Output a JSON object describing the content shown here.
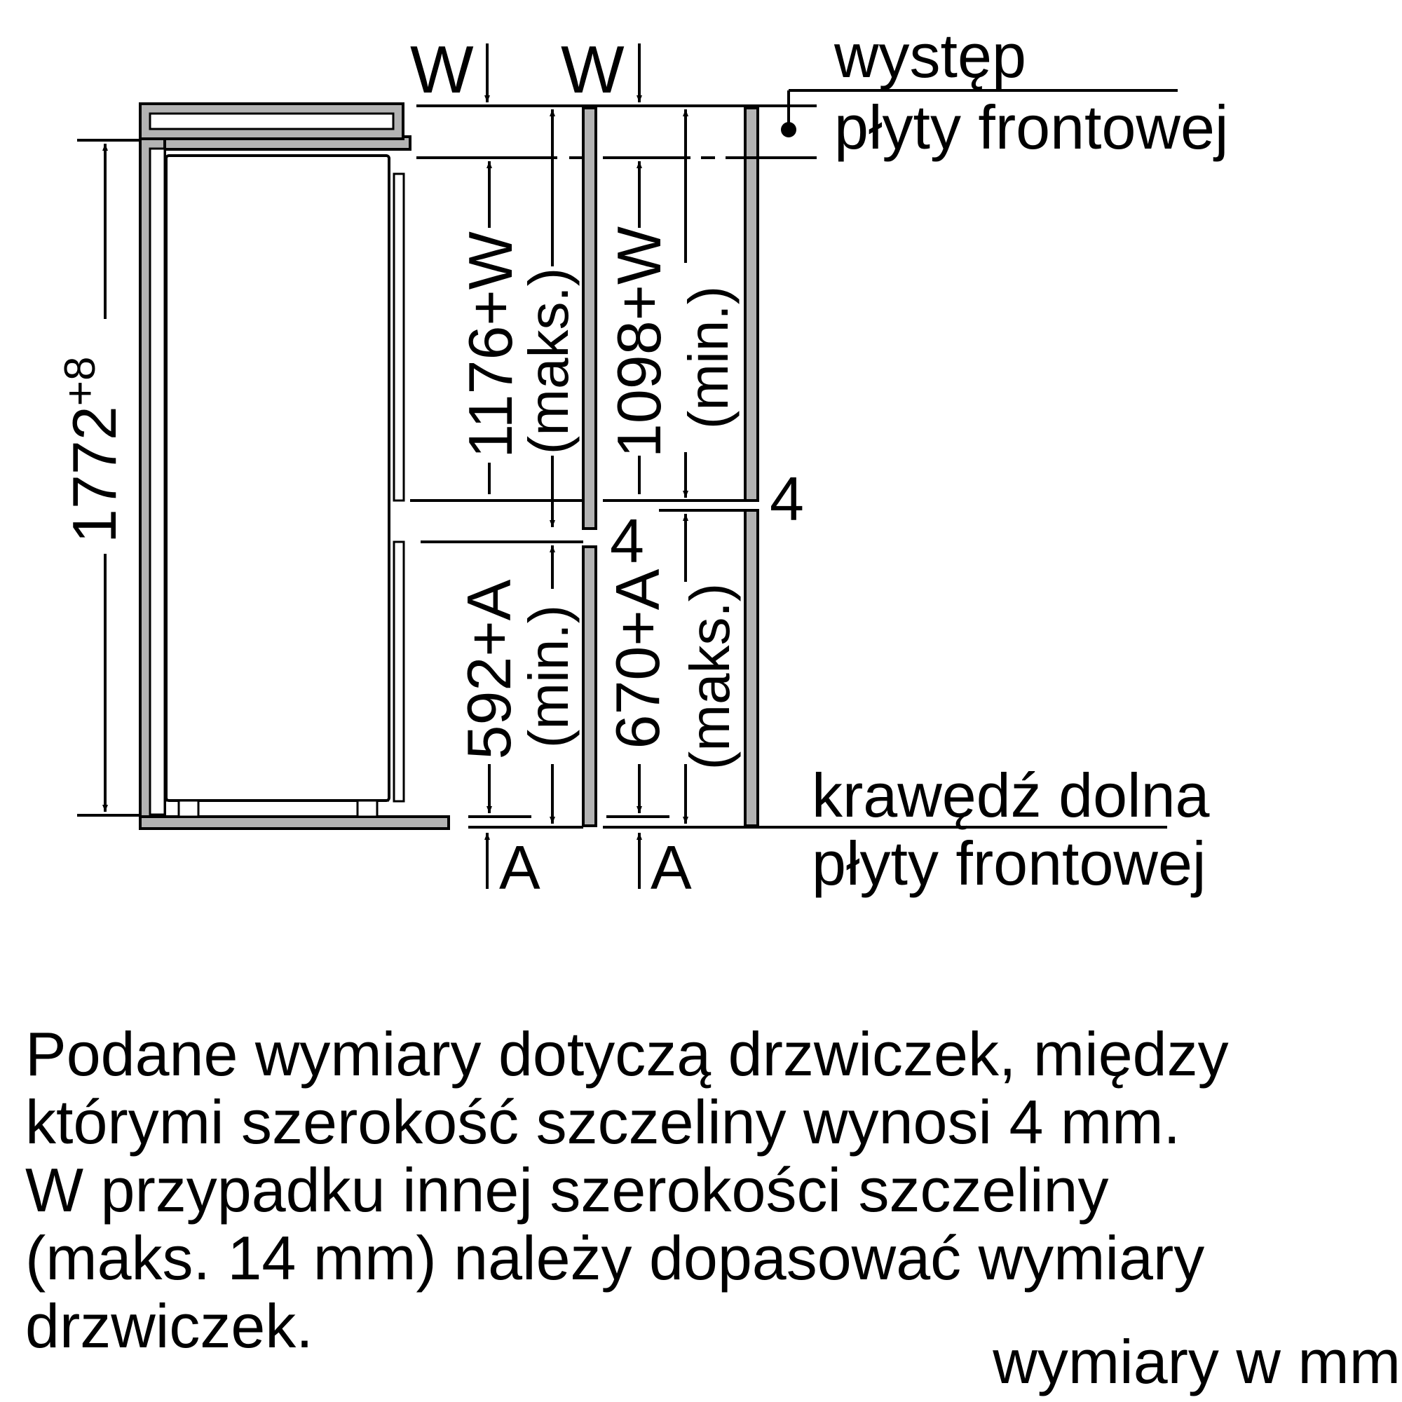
{
  "diagram": {
    "labels": {
      "w_left": "W",
      "w_right": "W",
      "overhang_line1": "występ",
      "overhang_line2": "płyty frontowej",
      "bottom_edge_line1": "krawędź dolna",
      "bottom_edge_line2": "płyty frontowej",
      "total_height_base": "1772",
      "total_height_sup": "+8",
      "upper_door_left": "1176+W",
      "upper_door_left_note": "(maks.)",
      "upper_door_right": "1098+W",
      "upper_door_right_note": "(min.)",
      "lower_door_left": "592+A",
      "lower_door_left_note": "(min.)",
      "lower_door_right": "670+A",
      "lower_door_right_note": "(maks.)",
      "gap_left": "4",
      "gap_right": "4",
      "a_left": "A",
      "a_right": "A"
    },
    "colors": {
      "line": "#000000",
      "panel_fill": "#b3b3b3"
    }
  },
  "note": {
    "lines": [
      "Podane wymiary dotyczą drzwiczek, między",
      "którymi szerokość szczeliny wynosi 4 mm.",
      "W przypadku innej szerokości szczeliny",
      "(maks. 14 mm) należy dopasować wymiary",
      "drzwiczek."
    ]
  },
  "units": "wymiary w mm"
}
